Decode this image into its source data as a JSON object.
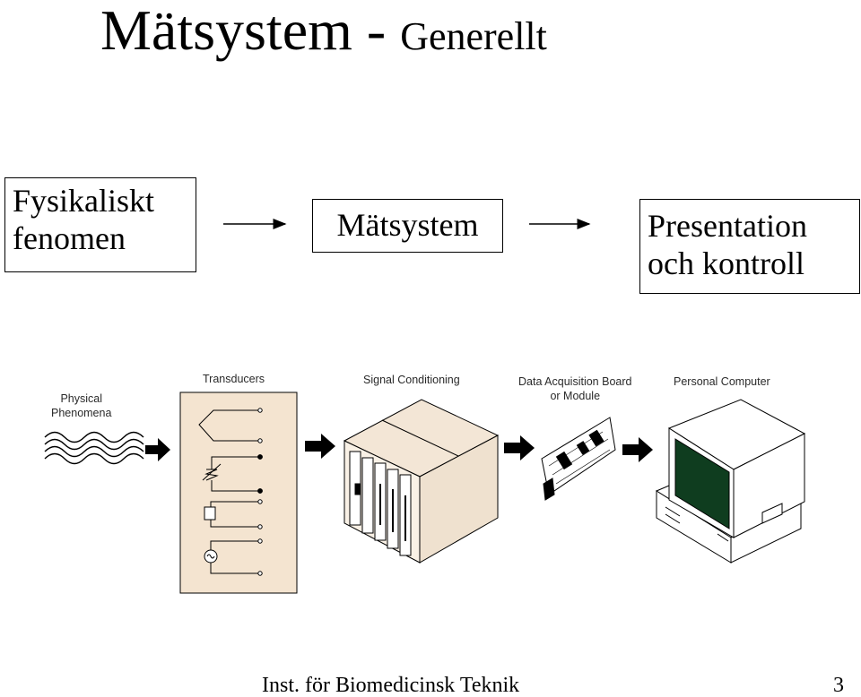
{
  "slide": {
    "title": "Mätsystem - ",
    "subtitle": "Generellt",
    "flow": {
      "box1_line1": "Fysikaliskt",
      "box1_line2": "fenomen",
      "box2": "Mätsystem",
      "box3_line1": "Presentation",
      "box3_line2": "och kontroll"
    },
    "stages": {
      "physical_line1": "Physical",
      "physical_line2": "Phenomena",
      "transducers": "Transducers",
      "signal_conditioning": "Signal Conditioning",
      "daq_line1": "Data Acquisition Board",
      "daq_line2": "or Module",
      "pc": "Personal Computer"
    },
    "footer": "Inst. för Biomedicinsk Teknik",
    "page_number": "3"
  },
  "colors": {
    "panel_fill": "#f4e4d0",
    "rack_top": "#f3e6d6",
    "rack_side": "#efe1cf",
    "screen": "#0f3d1f",
    "board": "#ffffff"
  }
}
